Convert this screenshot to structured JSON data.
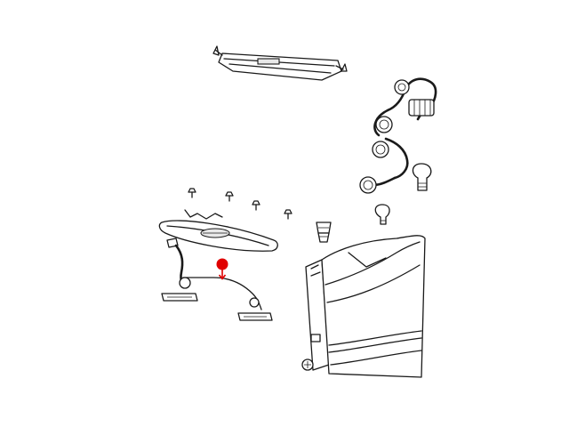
{
  "figure": {
    "colors": {
      "line": "#1a1a1a",
      "background": "#ffffff",
      "highlight": "#e00000"
    },
    "parts": [
      {
        "name": "center-high-mount-stop-lamp"
      },
      {
        "name": "tail-lamp-wiring-harness"
      },
      {
        "name": "tail-lamp-bulbs"
      },
      {
        "name": "light-bar-push-pins"
      },
      {
        "name": "light-bar-applique"
      },
      {
        "name": "bulb-socket"
      },
      {
        "name": "license-lamp-wiring"
      },
      {
        "name": "license-plate-lamps"
      },
      {
        "name": "tail-lamp-assembly"
      },
      {
        "name": "mounting-bolt"
      }
    ],
    "callout": {
      "name": "highlight-marker",
      "icon": "red-dot-arrow-icon",
      "target": "license-lamp-wiring"
    }
  }
}
